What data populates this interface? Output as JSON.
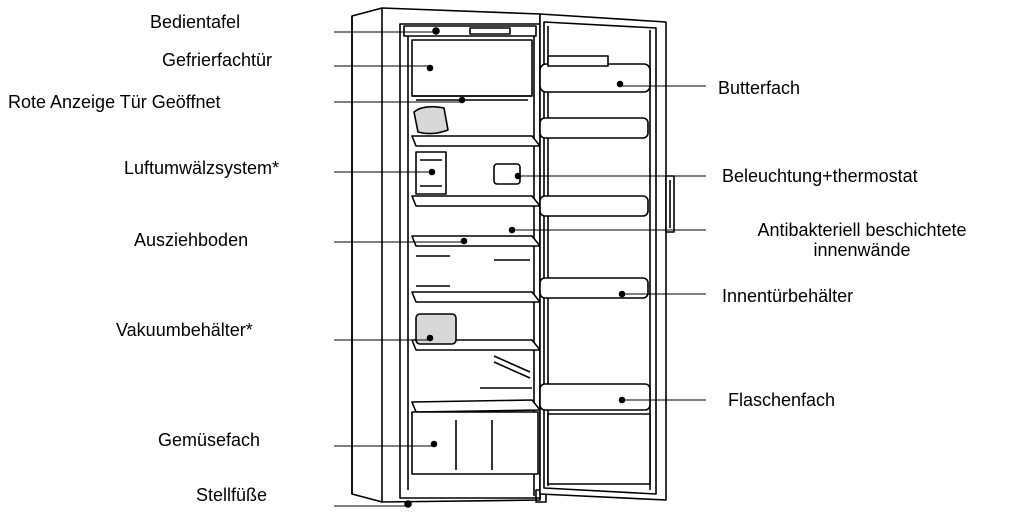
{
  "diagram": {
    "labels_left": {
      "bedientafel": "Bedientafel",
      "gefrierfachtuer": "Gefrierfachtür",
      "rote_anzeige": "Rote Anzeige Tür Geöffnet",
      "luftumwaelzsystem": "Luftumwälzsystem*",
      "ausziehboden": "Ausziehboden",
      "vakuumbehaelter": "Vakuumbehälter*",
      "gemuesefach": "Gemüsefach",
      "stellfuesse": "Stellfüße"
    },
    "labels_right": {
      "butterfach": "Butterfach",
      "beleuchtung": "Beleuchtung+thermostat",
      "antibakteriell_line1": "Antibakteriell beschichtete",
      "antibakteriell_line2": "innenwände",
      "innentuerbehaelter": "Innentürbehälter",
      "flaschenfach": "Flaschenfach"
    },
    "colors": {
      "line": "#000000",
      "fill": "#ffffff",
      "shade": "#d8d8d8"
    }
  }
}
